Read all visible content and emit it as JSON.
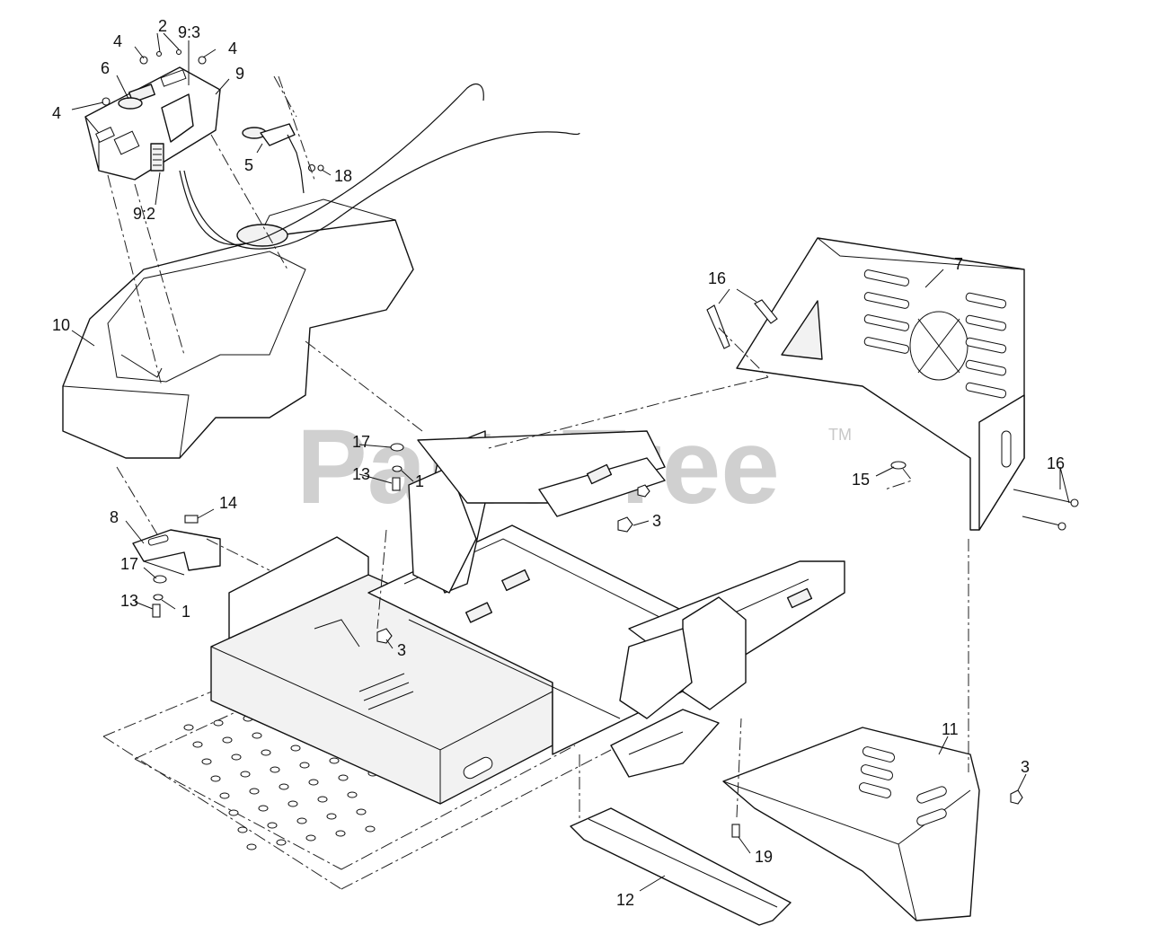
{
  "watermark": {
    "text": "PartsTree",
    "trademark": "TM"
  },
  "callouts": {
    "c1a": "1",
    "c1b": "1",
    "c2": "2",
    "c3a": "3",
    "c3b": "3",
    "c3c": "3",
    "c4a": "4",
    "c4b": "4",
    "c4c": "4",
    "c5": "5",
    "c6": "6",
    "c7": "7",
    "c8": "8",
    "c9": "9",
    "c9_2": "9:2",
    "c9_3": "9:3",
    "c10": "10",
    "c11": "11",
    "c12": "12",
    "c13a": "13",
    "c13b": "13",
    "c14": "14",
    "c15": "15",
    "c16a": "16",
    "c16b": "16",
    "c17a": "17",
    "c17b": "17",
    "c18": "18",
    "c19": "19"
  }
}
